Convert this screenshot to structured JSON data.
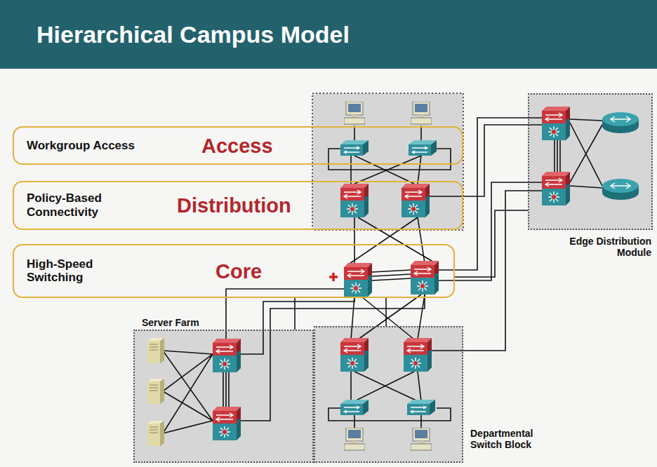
{
  "diagram": {
    "title": "Hierarchical Campus Model",
    "nodes": [
      {
        "text": [
          "Workgroup Access",
          "Access"
        ]
      },
      {
        "text": [
          "Policy-Based Connectivity",
          "Distribution"
        ]
      },
      {
        "text": [
          "Edge Distribution Module"
        ]
      },
      {
        "text": [
          "High-Speed Switching",
          "Core"
        ]
      },
      {
        "text": [
          "Server Farm"
        ]
      },
      {
        "text": [
          "Departmental Switch Block"
        ]
      }
    ],
    "edges": [
      {
        "from": 4,
        "to": 3,
        "arrow": "none"
      },
      {
        "from": 5,
        "to": 3,
        "arrow": "none"
      },
      {
        "from": 2,
        "to": 3,
        "arrow": "none"
      }
    ]
  }
}
